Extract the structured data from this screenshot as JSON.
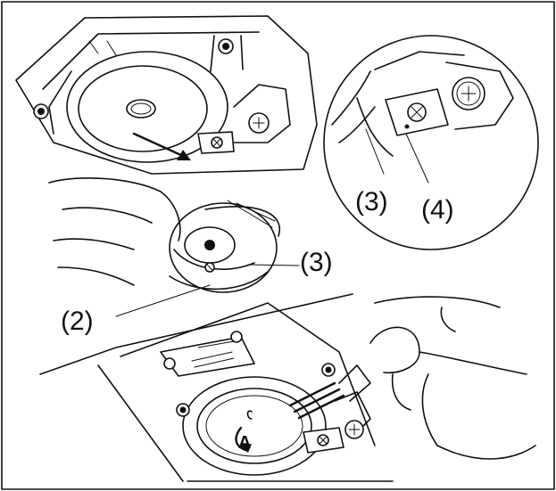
{
  "labels": {
    "callout_3_top": "(3)",
    "callout_4": "(4)",
    "callout_3_mid": "(3)",
    "callout_2": "(2)",
    "marker_a": "A"
  }
}
